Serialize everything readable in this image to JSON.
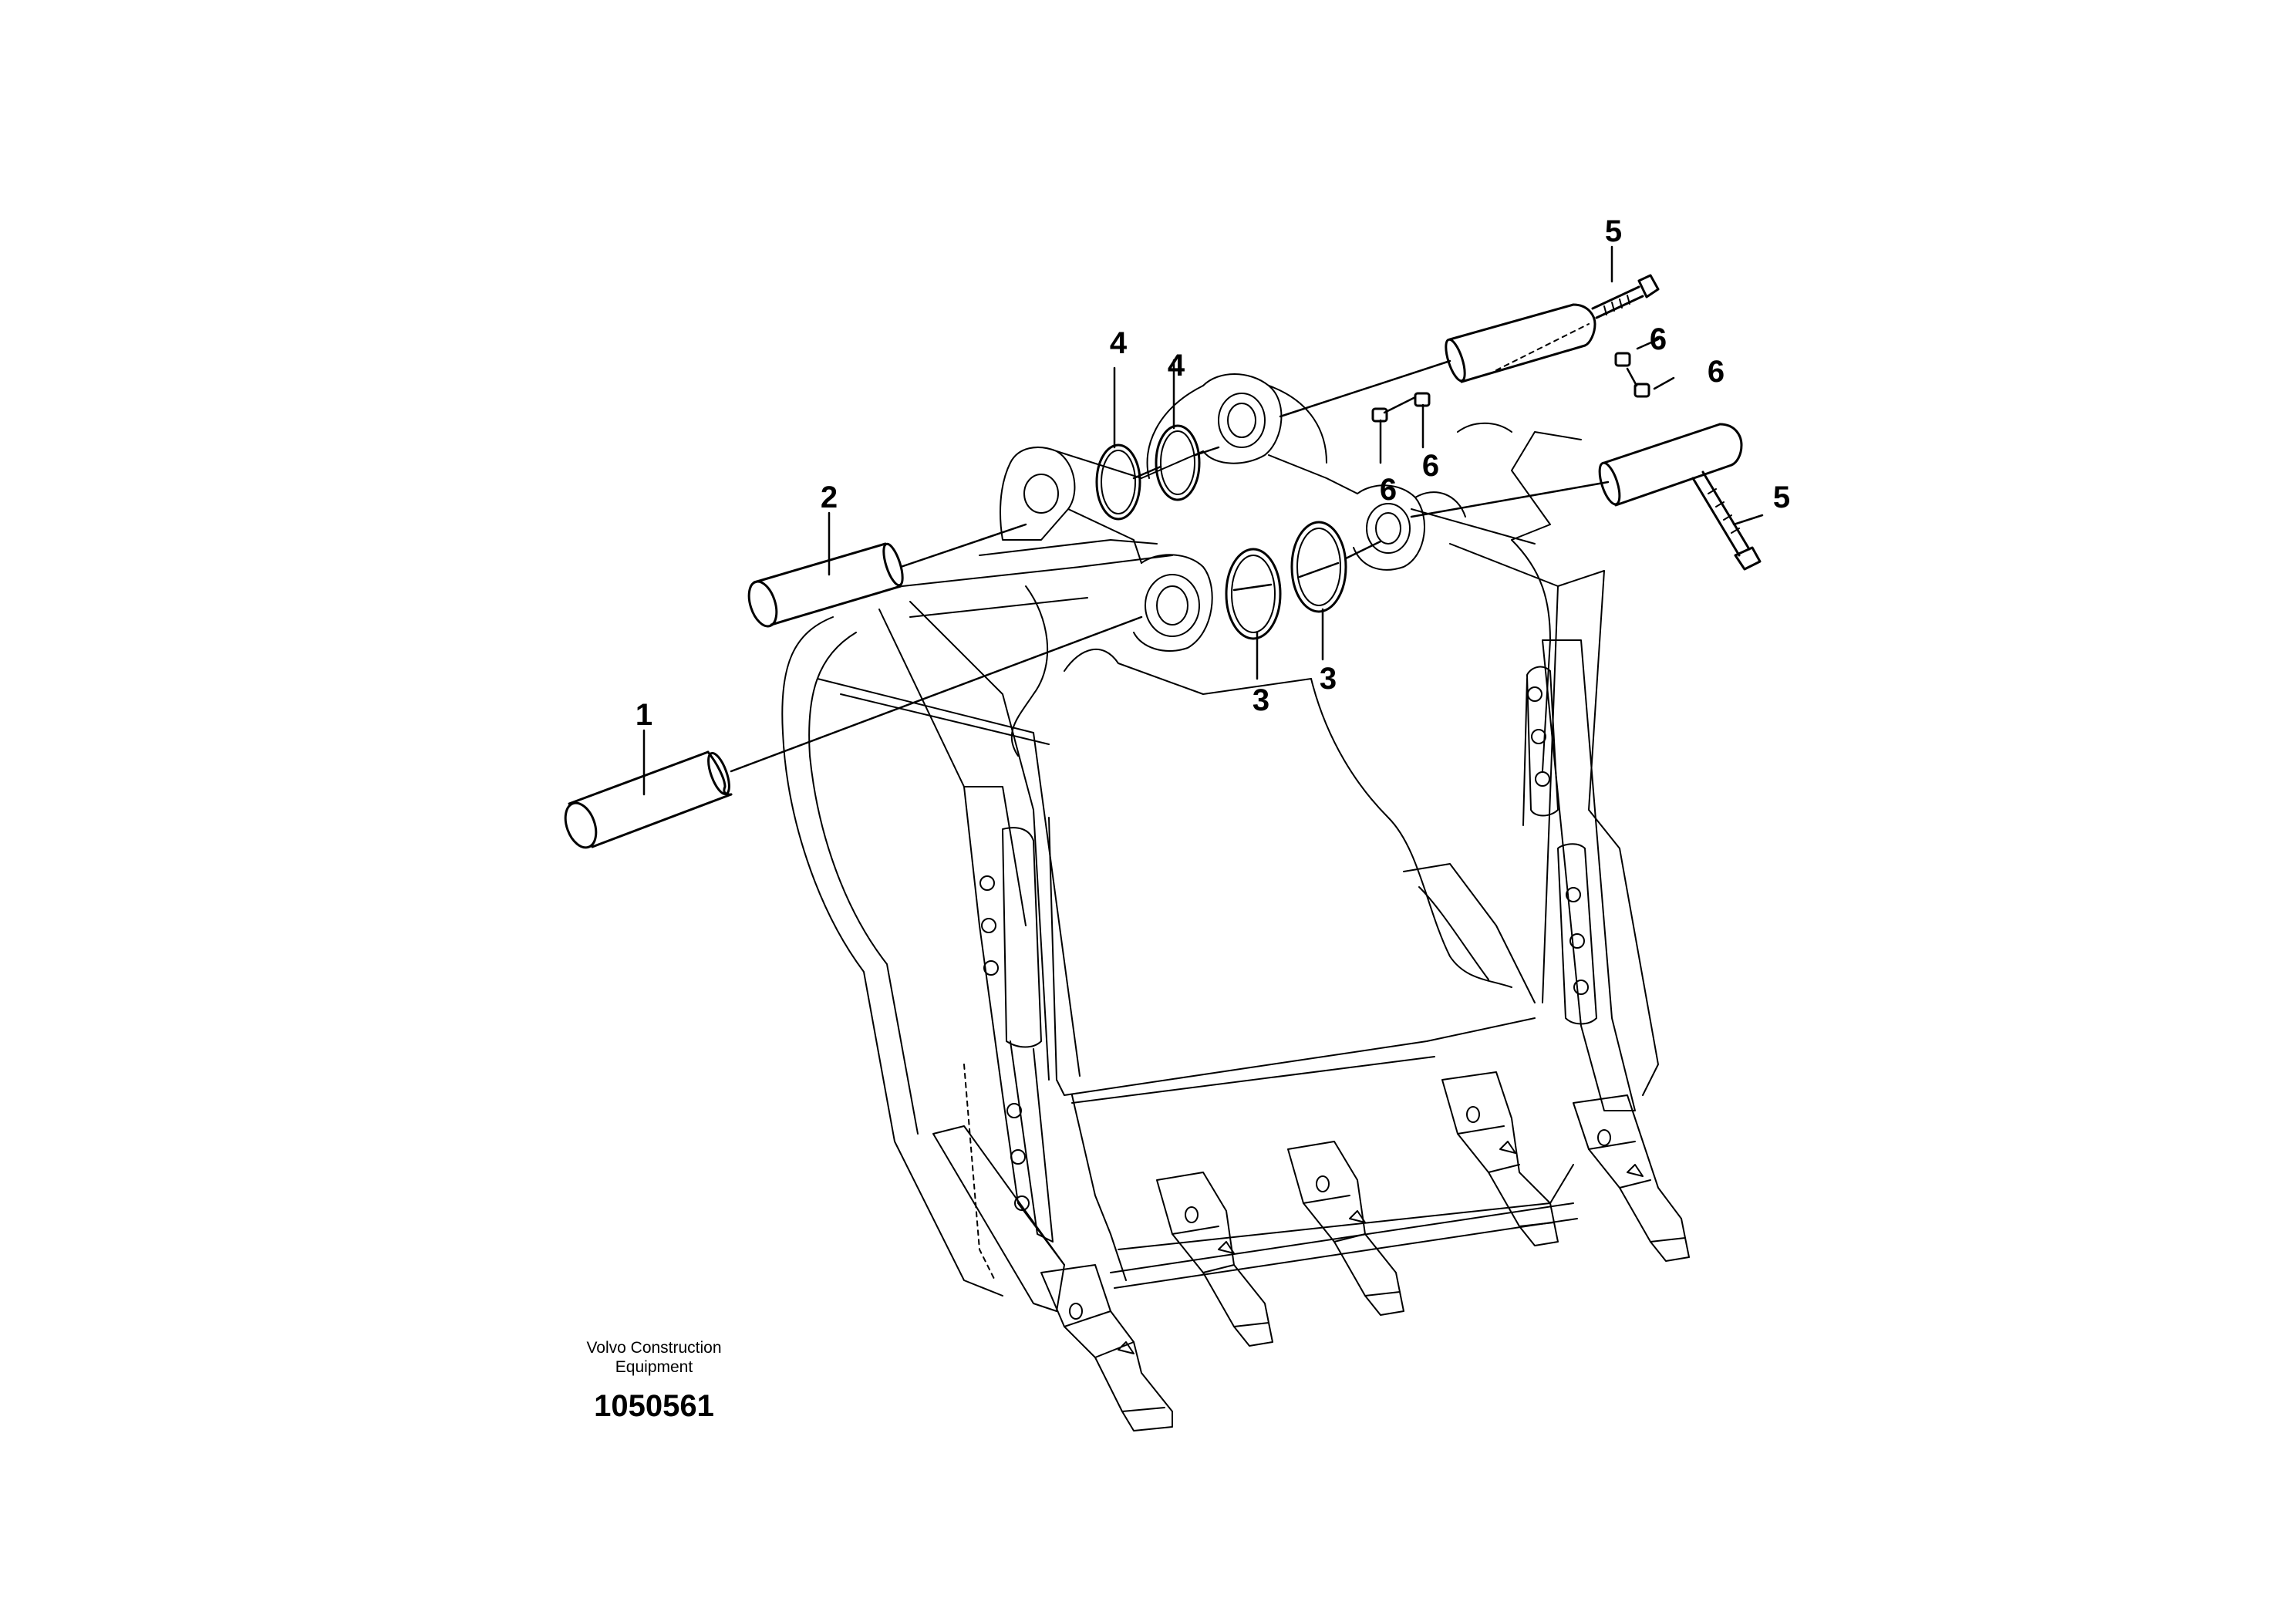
{
  "figure": {
    "publisher_line1": "Volvo Construction",
    "publisher_line2": "Equipment",
    "image_id": "1050561"
  },
  "callouts": [
    {
      "key": "c1",
      "label": "1"
    },
    {
      "key": "c2",
      "label": "2"
    },
    {
      "key": "c3a",
      "label": "3"
    },
    {
      "key": "c3b",
      "label": "3"
    },
    {
      "key": "c4a",
      "label": "4"
    },
    {
      "key": "c4b",
      "label": "4"
    },
    {
      "key": "c5a",
      "label": "5"
    },
    {
      "key": "c5b",
      "label": "5"
    },
    {
      "key": "c6a",
      "label": "6"
    },
    {
      "key": "c6b",
      "label": "6"
    },
    {
      "key": "c6c",
      "label": "6"
    },
    {
      "key": "c6d",
      "label": "6"
    }
  ],
  "colors": {
    "line": "#000000",
    "background": "#ffffff"
  }
}
